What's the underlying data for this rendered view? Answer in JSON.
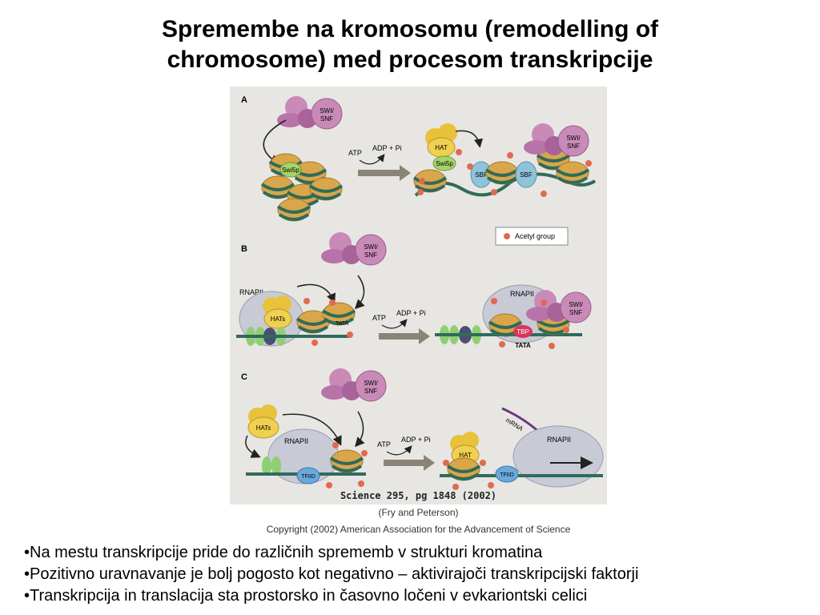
{
  "slide": {
    "title_line1": "Spremembe na kromosomu (remodelling of",
    "title_line2": "chromosome) med procesom transkripcije"
  },
  "figure": {
    "panel_a": "A",
    "panel_b": "B",
    "panel_c": "C",
    "swi_snf_top": "SWI/",
    "swi_snf_bottom": "SNF",
    "swi5p": "Swi5p",
    "hat": "HAT",
    "hats": "HATs",
    "sbf": "SBF",
    "atp": "ATP",
    "adp_pi": "ADP + Pi",
    "acetyl_group": "Acetyl group",
    "rnapii": "RNAPII",
    "tata": "TATA",
    "tbp": "TBP",
    "tfiid": "TFIID",
    "mrna": "mRNA",
    "science_ref": "Science 295, pg 1848 (2002)"
  },
  "captions": {
    "authors": "(Fry and Peterson)",
    "copyright": "Copyright (2002) American Association for the Advancement of Science"
  },
  "bullets": [
    "•Na mestu transkripcije pride do različnih sprememb v strukturi kromatina",
    "•Pozitivno uravnavanje je bolj pogosto kot negativno – aktivirajoči transkripcijski faktorji",
    "•Transkripcija in translacija sta prostorsko in časovno ločeni v evkariontski celici"
  ],
  "colors": {
    "figure_bg": "#e7e6e3",
    "swi_snf": "#b873a8",
    "hat": "#e8c23a",
    "nucleosome": "#d9a64a",
    "dna": "#2f6b5a",
    "sbf": "#8fc3d9",
    "swi5p": "#a6d36a",
    "acetyl": "#e06a50",
    "rnapii": "#c8cad6",
    "tbp": "#d9365a",
    "tfiid": "#6aa9dc",
    "arrow": "#8a8478",
    "mrna": "#6a3a7a"
  }
}
